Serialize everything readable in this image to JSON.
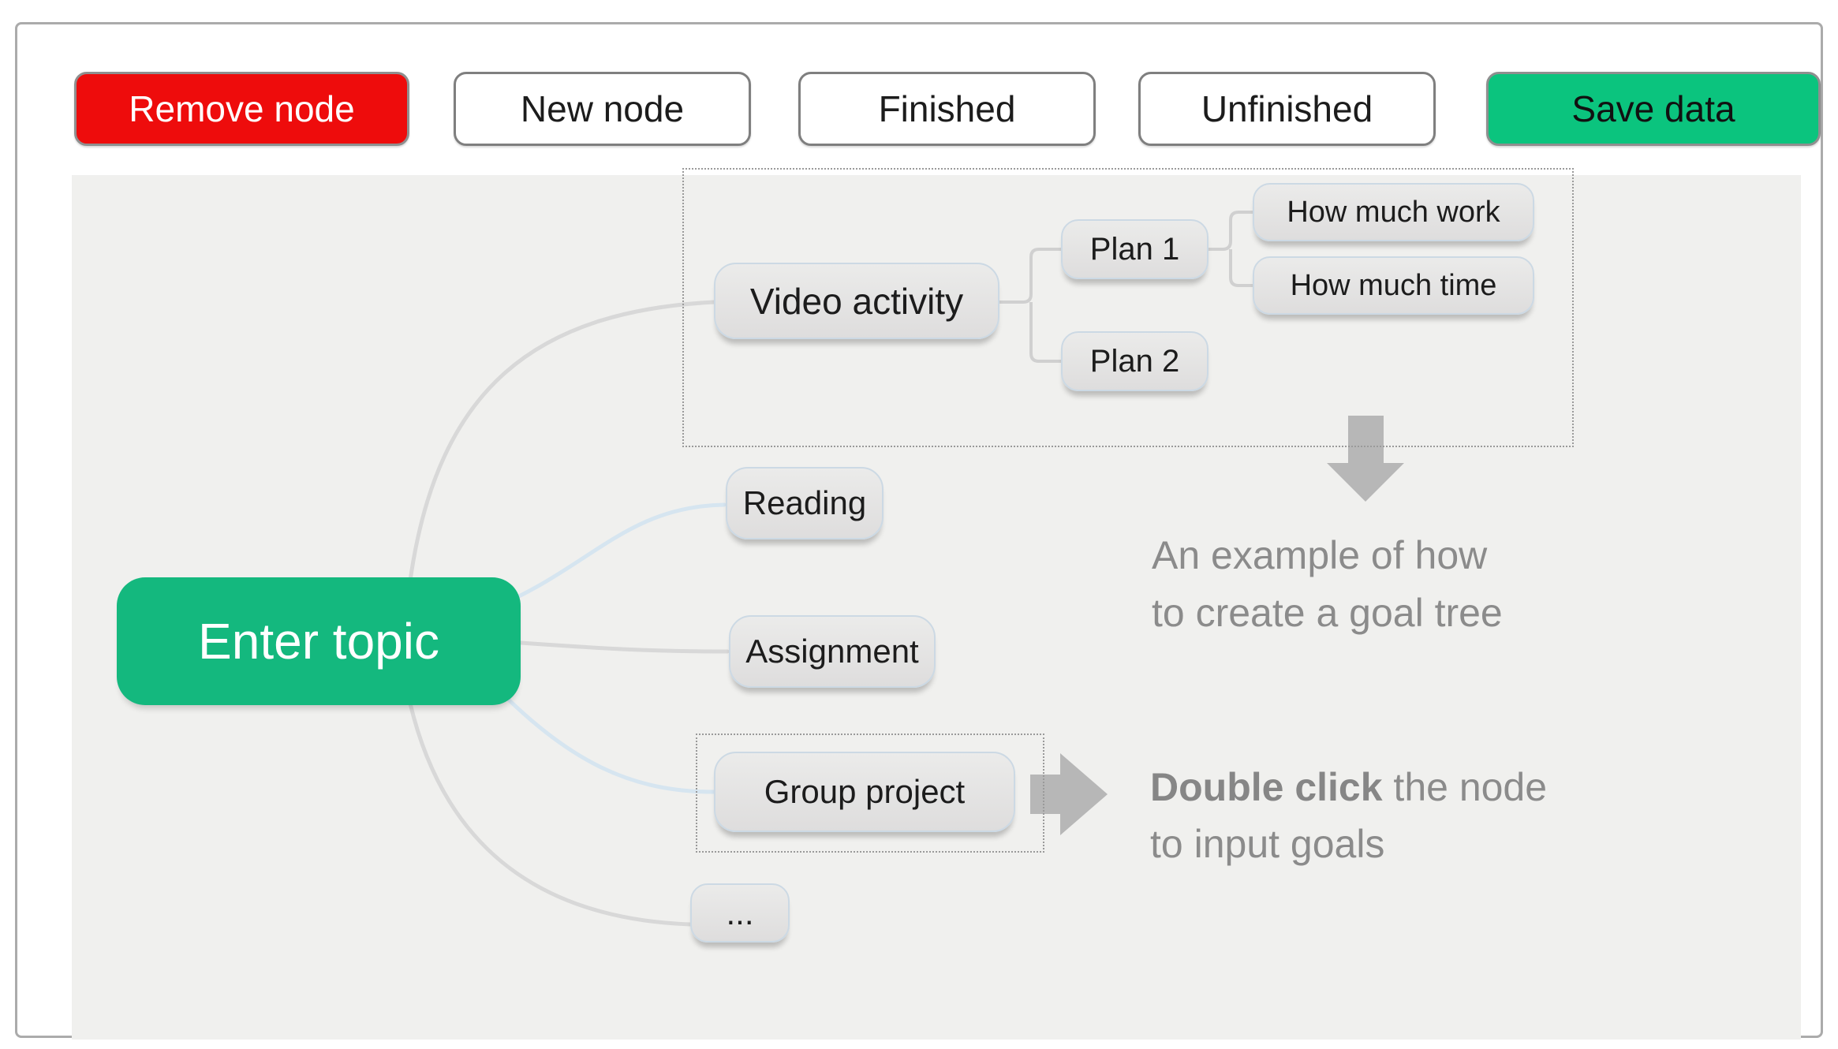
{
  "toolbar": {
    "buttons": [
      {
        "label": "Remove node",
        "style": "danger"
      },
      {
        "label": "New node",
        "style": "default"
      },
      {
        "label": "Finished",
        "style": "default"
      },
      {
        "label": "Unfinished",
        "style": "default"
      },
      {
        "label": "Save data",
        "style": "success"
      }
    ]
  },
  "tree": {
    "nodes": {
      "root": {
        "label": "Enter topic"
      },
      "video": {
        "label": "Video activity"
      },
      "plan1": {
        "label": "Plan 1"
      },
      "plan2": {
        "label": "Plan 2"
      },
      "work": {
        "label": "How much work"
      },
      "time": {
        "label": "How much time"
      },
      "reading": {
        "label": "Reading"
      },
      "assignment": {
        "label": "Assignment"
      },
      "group": {
        "label": "Group project"
      },
      "more": {
        "label": "..."
      }
    }
  },
  "annotations": {
    "example_line1": "An example of how",
    "example_line2": "to create a goal tree",
    "instruction_bold": "Double click",
    "instruction_rest": " the node",
    "instruction_line2": "to input goals"
  },
  "icons": {
    "down_arrow": "down-arrow-icon",
    "right_arrow": "right-arrow-icon"
  },
  "colors": {
    "remove_button": "#ee0c0c",
    "save_button": "#0bc47e",
    "root_node": "#14b87e",
    "canvas_background": "#f0f0ee",
    "child_node": "#e4e4e3",
    "caption_text": "#8b8b8b",
    "arrow": "#b7b7b7",
    "connector_gray": "#d8d8d8",
    "connector_blue": "#d6e5f0"
  }
}
